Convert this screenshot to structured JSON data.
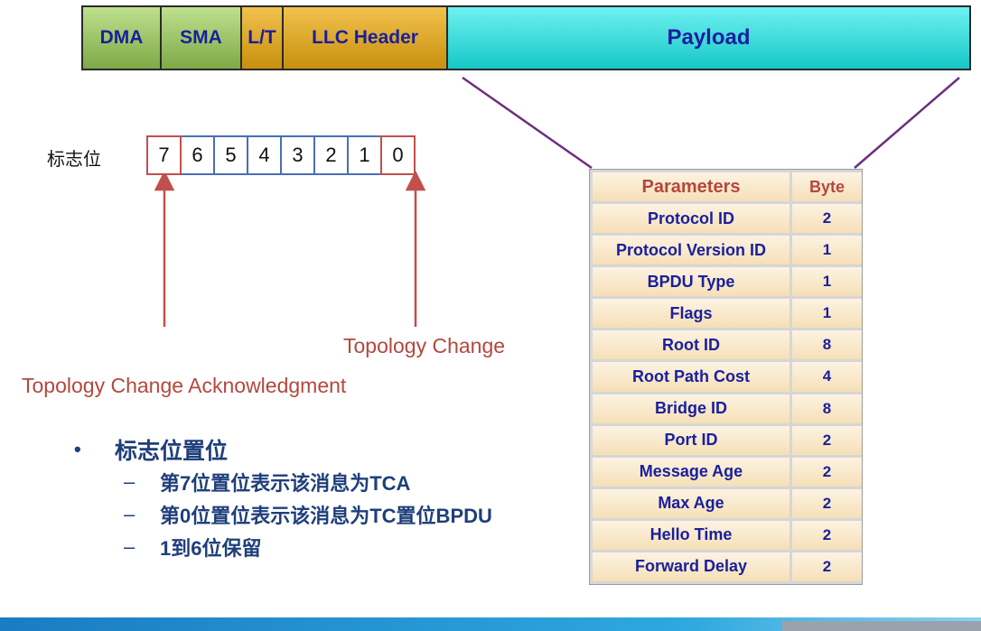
{
  "frame": {
    "dma": "DMA",
    "sma": "SMA",
    "lt": "L/T",
    "llc": "LLC Header",
    "payload": "Payload"
  },
  "flags": {
    "label": "标志位",
    "bits": [
      "7",
      "6",
      "5",
      "4",
      "3",
      "2",
      "1",
      "0"
    ],
    "tc_label": "Topology Change",
    "tca_label": "Topology Change Acknowledgment"
  },
  "bullets": {
    "main": "标志位置位",
    "subs": [
      "第7位置位表示该消息为TCA",
      "第0位置位表示该消息为TC置位BPDU",
      "1到6位保留"
    ]
  },
  "params": {
    "header": [
      "Parameters",
      "Byte"
    ],
    "rows": [
      [
        "Protocol ID",
        "2"
      ],
      [
        "Protocol Version ID",
        "1"
      ],
      [
        "BPDU Type",
        "1"
      ],
      [
        "Flags",
        "1"
      ],
      [
        "Root ID",
        "8"
      ],
      [
        "Root Path Cost",
        "4"
      ],
      [
        "Bridge ID",
        "8"
      ],
      [
        "Port ID",
        "2"
      ],
      [
        "Message Age",
        "2"
      ],
      [
        "Max Age",
        "2"
      ],
      [
        "Hello Time",
        "2"
      ],
      [
        "Forward Delay",
        "2"
      ]
    ]
  }
}
